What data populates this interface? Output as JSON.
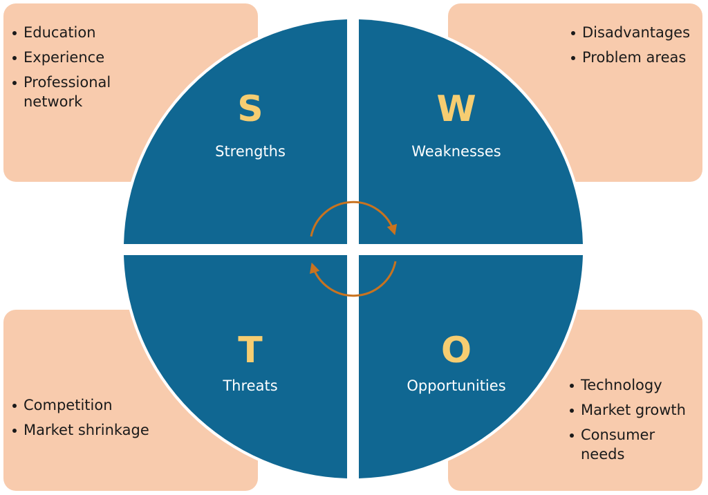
{
  "colors": {
    "quadrant": "#106792",
    "callout_box": "#f8cbad",
    "letter": "#f6cd71",
    "label": "#ffffff",
    "arrow": "#c9731f"
  },
  "quadrants": {
    "strengths": {
      "letter": "S",
      "label": "Strengths",
      "items": [
        "Education",
        "Experience",
        "Professional network"
      ]
    },
    "weaknesses": {
      "letter": "W",
      "label": "Weaknesses",
      "items": [
        "Disadvantages",
        "Problem areas"
      ]
    },
    "threats": {
      "letter": "T",
      "label": "Threats",
      "items": [
        "Competition",
        "Market shrinkage"
      ]
    },
    "opportunities": {
      "letter": "O",
      "label": "Opportunities",
      "items": [
        "Technology",
        "Market growth",
        "Consumer needs"
      ]
    }
  },
  "icons": {
    "cycle": "cycle-arrows-icon"
  }
}
